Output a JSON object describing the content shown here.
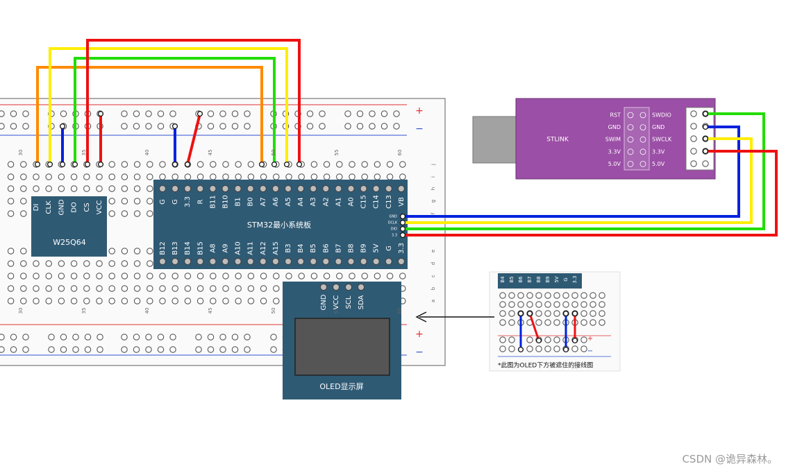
{
  "colors": {
    "wire_orange": "#ff8a00",
    "wire_yellow": "#ffee00",
    "wire_green": "#22dd00",
    "wire_red": "#ee1111",
    "wire_blue": "#0022dd",
    "module_blue": "#2f5a74",
    "stlink_purple": "#9b4fa6",
    "rail_red": "#e03030",
    "rail_blue": "#3050d0"
  },
  "breadboard": {
    "plus": "+",
    "minus": "−",
    "row_letters_top": [
      "j",
      "i",
      "h",
      "g",
      "f"
    ],
    "row_letters_bottom": [
      "e",
      "d",
      "c",
      "b",
      "a"
    ],
    "column_numbers": [
      "30",
      "35",
      "40",
      "45",
      "50",
      "55",
      "60"
    ]
  },
  "w25q64": {
    "title": "W25Q64",
    "pins": [
      "DI",
      "CLK",
      "GND",
      "DO",
      "CS",
      "VCC"
    ]
  },
  "stm32": {
    "title": "STM32最小系统板",
    "top_pins": [
      "G",
      "G",
      "3.3",
      "R",
      "B11",
      "B10",
      "B1",
      "B0",
      "A7",
      "A6",
      "A5",
      "A4",
      "A3",
      "A2",
      "A1",
      "A0",
      "C15",
      "C14",
      "C13",
      "VB"
    ],
    "bottom_pins": [
      "B12",
      "B13",
      "B14",
      "B15",
      "A8",
      "A9",
      "A10",
      "A11",
      "A12",
      "A15",
      "B3",
      "B4",
      "B5",
      "B6",
      "B7",
      "B8",
      "B9",
      "5V",
      "G",
      "3.3"
    ],
    "side_pins": [
      "GND",
      "DCLK",
      "DIO",
      "3.3"
    ]
  },
  "oled": {
    "title": "OLED显示屏",
    "pins": [
      "GND",
      "VCC",
      "SCL",
      "SDA"
    ]
  },
  "stlink": {
    "title": "STLINK",
    "left_labels": [
      "RST",
      "GND",
      "SWIM",
      "3.3V",
      "5.0V"
    ],
    "right_labels": [
      "SWDIO",
      "GND",
      "SWCLK",
      "3.3V",
      "5.0V"
    ]
  },
  "inset": {
    "pins": [
      "B4",
      "B5",
      "B6",
      "B7",
      "B8",
      "B9",
      "5V",
      "G",
      "3.3"
    ],
    "caption": "*此图为OLED下方被遮住的接线图",
    "plus": "+",
    "minus": "−"
  },
  "watermark": "CSDN @诡异森林。"
}
